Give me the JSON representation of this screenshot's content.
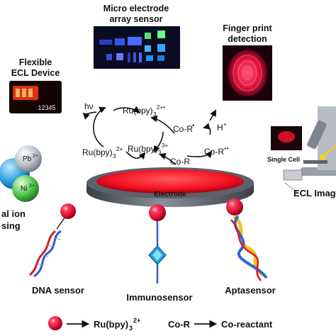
{
  "panels": {
    "micro_electrode": {
      "line1": "Micro electrode",
      "line2": "array sensor"
    },
    "finger_print": {
      "line1": "Finger print",
      "line2": "detection"
    },
    "flexible_ecl": {
      "line1": "Flexible",
      "line2": "ECL Device",
      "display_text": "12345"
    },
    "metal_ion": {
      "line1": "al ion",
      "line2": "sing",
      "ions": [
        "Pb",
        "Ni"
      ],
      "ion_charge": "2+"
    },
    "ecl_imaging": {
      "label": "ECL Imag",
      "single_cell": "Single Cell"
    }
  },
  "mechanism": {
    "hv": "hν",
    "ru_base": "Ru(bpy)",
    "sub3": "3",
    "ru_top_charge": "2+•",
    "ru_left_charge": "2+",
    "ru_mid_charge": "3+",
    "co_r": "Co-R",
    "co_r_radical_top": "Co-R",
    "co_r_radical_right": "Co-R",
    "dot": "•",
    "plus_dot": "+•",
    "h": "H",
    "h_charge": "+",
    "electrode": "Electrode"
  },
  "sensors": {
    "dna": "DNA sensor",
    "immuno": "Immunosensor",
    "apta": "Aptasensor"
  },
  "legend": {
    "ru": "Ru(bpy)",
    "sub3": "3",
    "charge": "2+",
    "co_r": "Co-R",
    "co_reactant": "Co-reactant"
  },
  "colors": {
    "sphere_red": "#e8103a",
    "electrode_red": "#ff1a2a",
    "electrode_gray": "#555a62",
    "dark_panel": "#0c0c1e"
  }
}
